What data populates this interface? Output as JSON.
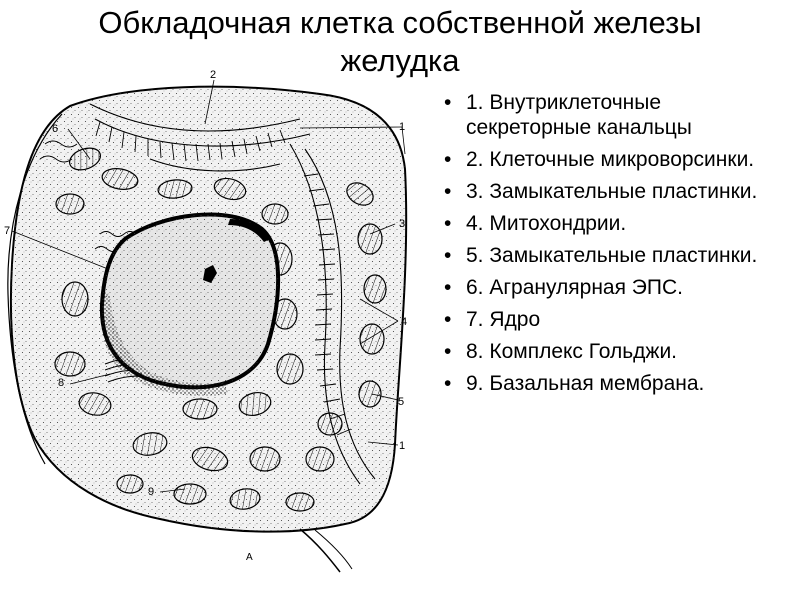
{
  "slide": {
    "title_line1": "Обкладочная клетка собственной железы",
    "title_line2": "желудка",
    "legend": [
      "1. Внутриклеточные секреторные канальцы",
      "2. Клеточные микроворсинки.",
      "3. Замыкательные пластинки.",
      "4. Митохондрии.",
      "5. Замыкательные пластинки.",
      "6.  Агранулярная ЭПС.",
      "7. Ядро",
      "8. Комплекс Гольджи.",
      "9. Базальная мембрана."
    ],
    "bullet_char": "•"
  },
  "figure": {
    "labels": [
      "1",
      "2",
      "3",
      "4",
      "5",
      "6",
      "7",
      "8",
      "9"
    ],
    "caption": "А"
  }
}
